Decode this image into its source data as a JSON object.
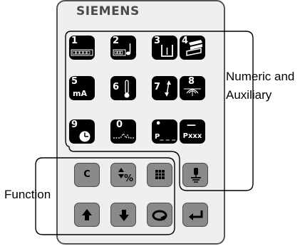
{
  "brand": "SIEMENS",
  "numeric_keys": [
    {
      "num": "1",
      "sub": ""
    },
    {
      "num": "2",
      "sub": ""
    },
    {
      "num": "3",
      "sub": ""
    },
    {
      "num": "4",
      "sub": ""
    },
    {
      "num": "5",
      "sub": "mA"
    },
    {
      "num": "6",
      "sub": ""
    },
    {
      "num": "7",
      "sub": ""
    },
    {
      "num": "8",
      "sub": ""
    },
    {
      "num": "9",
      "sub": ""
    },
    {
      "num": "0",
      "sub": ""
    },
    {
      "num": "•",
      "sub": "P_ _ _"
    },
    {
      "num": "—",
      "sub": "Pxxx"
    }
  ],
  "function_keys": {
    "c_label": "C",
    "percent_label": "%"
  },
  "callouts": {
    "numeric_line1": "Numeric and",
    "numeric_line2": "Auxiliary",
    "function": "Function"
  },
  "colors": {
    "dark_key": "#000000",
    "grey_key": "#8a8a8a",
    "panel": "#efefef"
  }
}
